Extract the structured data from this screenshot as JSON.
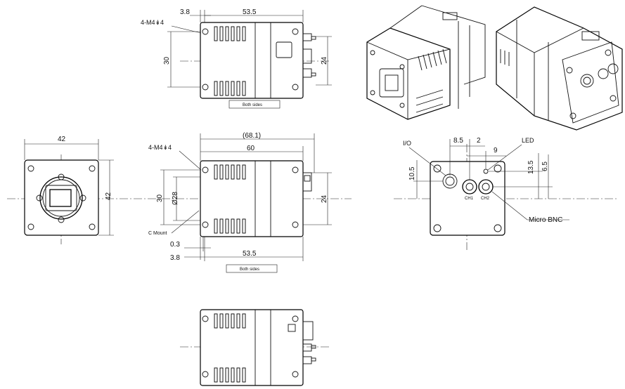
{
  "drawing": {
    "top_view": {
      "dim_offset": "3.8",
      "dim_length": "53.5",
      "dim_height": "30",
      "dim_connector": "24",
      "thread_note": "4-M4↡4",
      "both_sides": "Both sides"
    },
    "front_view": {
      "dim_width": "42",
      "dim_height": "42"
    },
    "side_view": {
      "dim_total": "(68.1)",
      "dim_body": "60",
      "thread_note": "4-M4↡4",
      "dim_height": "30",
      "dim_diameter": "Ø28",
      "dim_connector": "24",
      "c_mount": "C Mount",
      "dim_flange": "0.3",
      "dim_offset": "3.8",
      "dim_length": "53.5",
      "both_sides": "Both sides"
    },
    "rear_view": {
      "io_label": "I/O",
      "dim_io": "8.5",
      "dim_gap": "2",
      "led_label": "LED",
      "dim_led": "9",
      "dim_io_v": "10.5",
      "dim_led_v1": "13.5",
      "dim_led_v2": "6.5",
      "ch1": "CH1",
      "ch2": "CH2",
      "micro_bnc": "Micro BNC"
    },
    "icons": [
      "camera-front-icon",
      "camera-rear-3d-icon",
      "camera-front-3d-icon"
    ]
  }
}
